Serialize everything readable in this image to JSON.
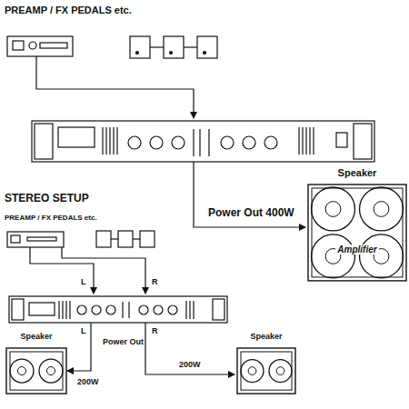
{
  "diagram": {
    "nodes": [
      {
        "text": [
          "Speaker",
          "Amplifier"
        ]
      },
      {
        "text": [
          "Speaker"
        ]
      },
      {
        "text": [
          "Speaker"
        ]
      }
    ],
    "labels": [
      "PREAMP / FX PEDALS etc.",
      "Power Out 400W",
      "STEREO SETUP",
      "PREAMP / FX PEDALS etc.",
      "L",
      "R",
      "L",
      "Power Out",
      "R",
      "200W",
      "200W"
    ]
  }
}
